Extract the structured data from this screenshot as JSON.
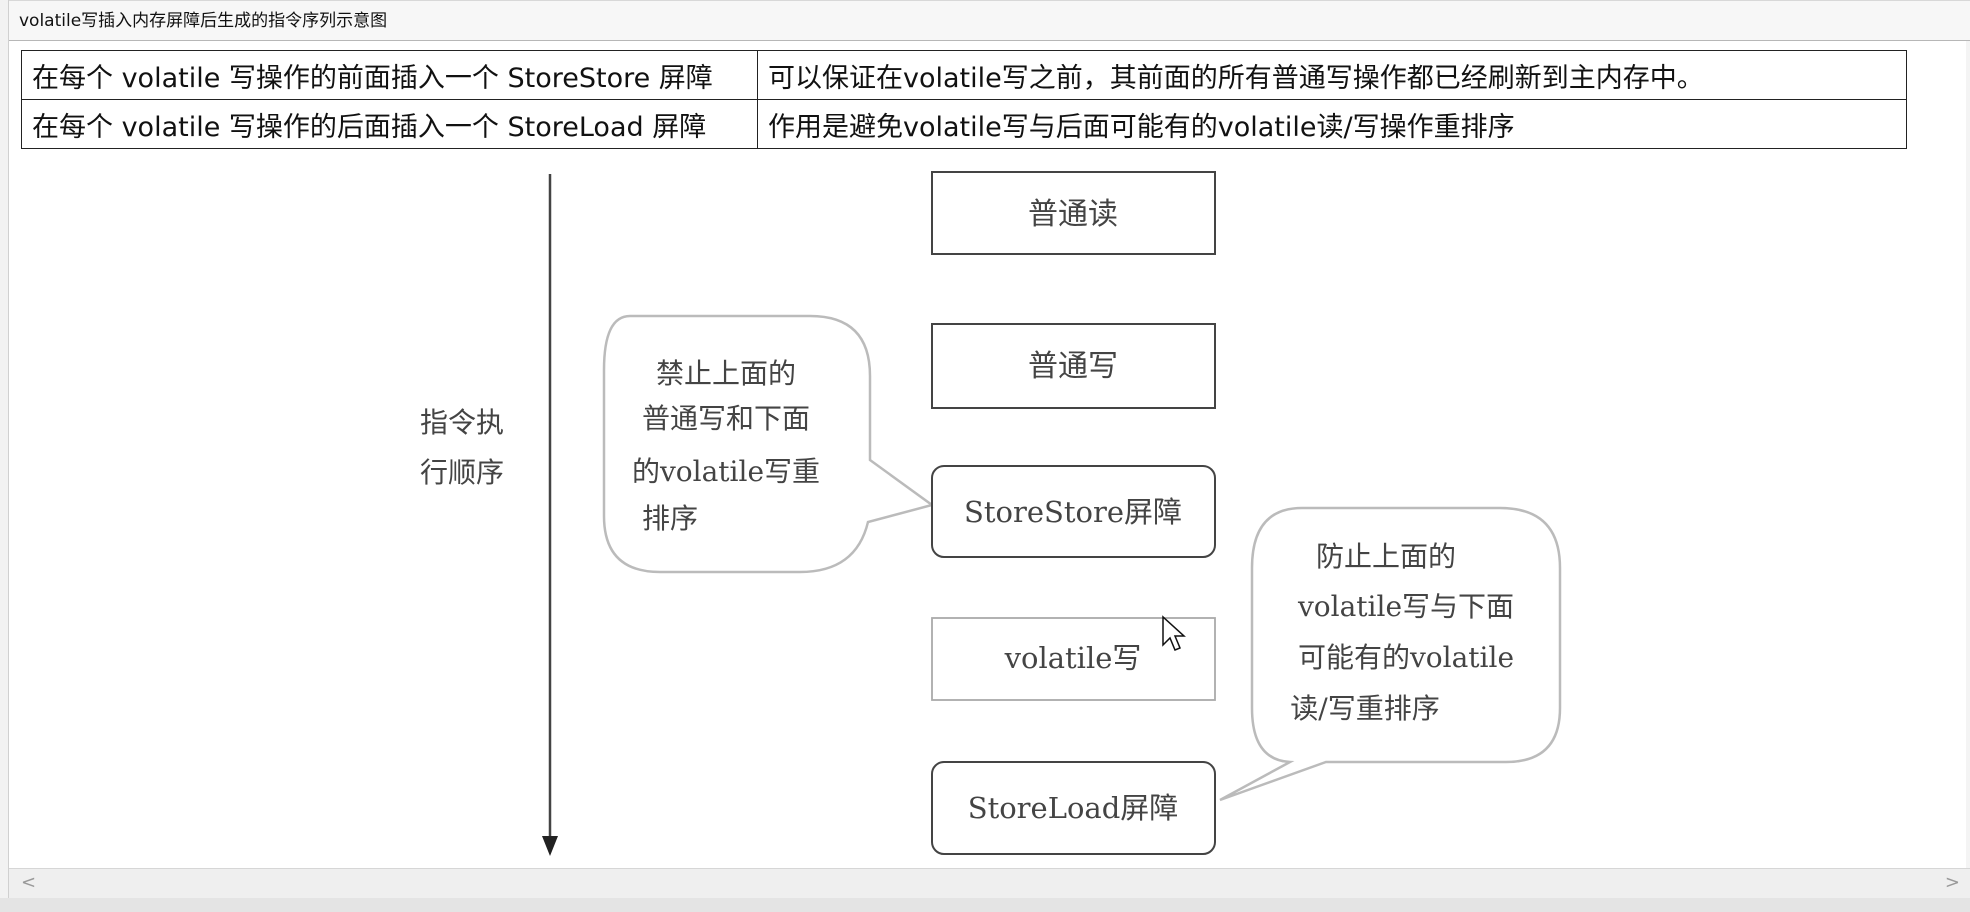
{
  "window": {
    "title": "volatile写插入内存屏障后生成的指令序列示意图"
  },
  "rules_table": [
    {
      "rule": "在每个 volatile 写操作的前面插入一个 StoreStore 屏障",
      "effect": "可以保证在volatile写之前，其前面的所有普通写操作都已经刷新到主内存中。"
    },
    {
      "rule": "在每个 volatile 写操作的后面插入一个 StoreLoad 屏障",
      "effect": "作用是避免volatile写与后面可能有的volatile读/写操作重排序"
    }
  ],
  "diagram": {
    "axis_label_lines": [
      "指令执",
      "行顺序"
    ],
    "steps": [
      "普通读",
      "普通写",
      "StoreStore屏障",
      "volatile写",
      "StoreLoad屏障"
    ],
    "callout_left_lines": [
      "禁止上面的",
      "普通写和下面",
      "的volatile写重",
      "排序"
    ],
    "callout_right_lines": [
      "防止上面的",
      "volatile写与下面",
      "可能有的volatile",
      "读/写重排序"
    ]
  },
  "scrollbar": {
    "left_arrow": "<",
    "right_arrow": ">"
  },
  "colors": {
    "line": "#444444",
    "border": "#222222",
    "bubble": "#bbbbbb"
  }
}
